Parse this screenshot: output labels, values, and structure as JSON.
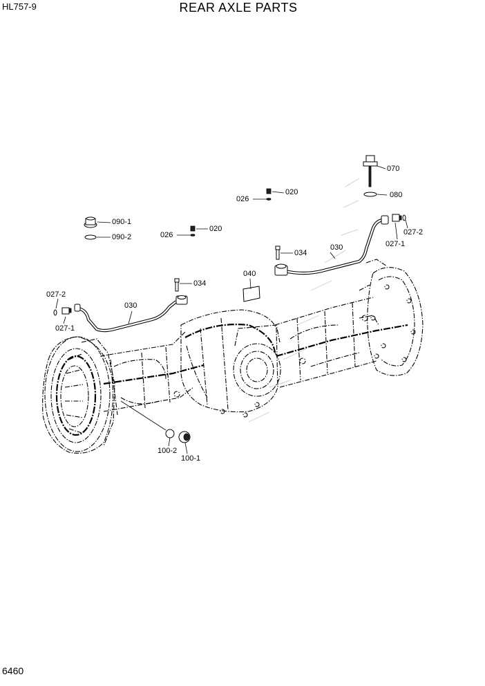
{
  "header": {
    "model": "HL757-9",
    "title": "REAR AXLE PARTS"
  },
  "footer": {
    "page_number": "6460"
  },
  "callouts": [
    {
      "id": "c070",
      "label": "070"
    },
    {
      "id": "c020a",
      "label": "020"
    },
    {
      "id": "c026a",
      "label": "026"
    },
    {
      "id": "c080",
      "label": "080"
    },
    {
      "id": "c090-1",
      "label": "090-1"
    },
    {
      "id": "c090-2",
      "label": "090-2"
    },
    {
      "id": "c020b",
      "label": "020"
    },
    {
      "id": "c026b",
      "label": "026"
    },
    {
      "id": "c027-2r",
      "label": "027-2"
    },
    {
      "id": "c027-1r",
      "label": "027-1"
    },
    {
      "id": "c034r",
      "label": "034"
    },
    {
      "id": "c030r",
      "label": "030"
    },
    {
      "id": "c040",
      "label": "040"
    },
    {
      "id": "c034l",
      "label": "034"
    },
    {
      "id": "c027-2l",
      "label": "027-2"
    },
    {
      "id": "c030l",
      "label": "030"
    },
    {
      "id": "c027-1l",
      "label": "027-1"
    },
    {
      "id": "c100-2",
      "label": "100-2"
    },
    {
      "id": "c100-1",
      "label": "100-1"
    }
  ]
}
